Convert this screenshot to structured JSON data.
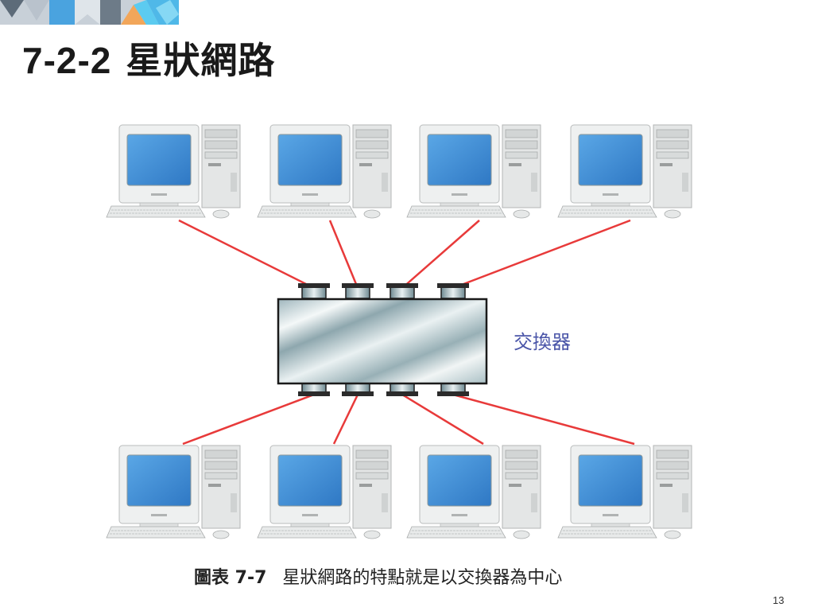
{
  "slide": {
    "title_number": "7-2-2",
    "title_text": "星狀網路",
    "page_number": "13"
  },
  "diagram": {
    "switch_label": "交換器",
    "caption_label": "圖表 7-7",
    "caption_text": "星狀網路的特點就是以交換器為中心",
    "link_color": "#e83a3a",
    "screen_color": "#3f8fd8"
  },
  "decor": {
    "colors": [
      "#5a6a7a",
      "#b9c2cc",
      "#4aa3df",
      "#f2a65a",
      "#5ccbf0"
    ]
  }
}
